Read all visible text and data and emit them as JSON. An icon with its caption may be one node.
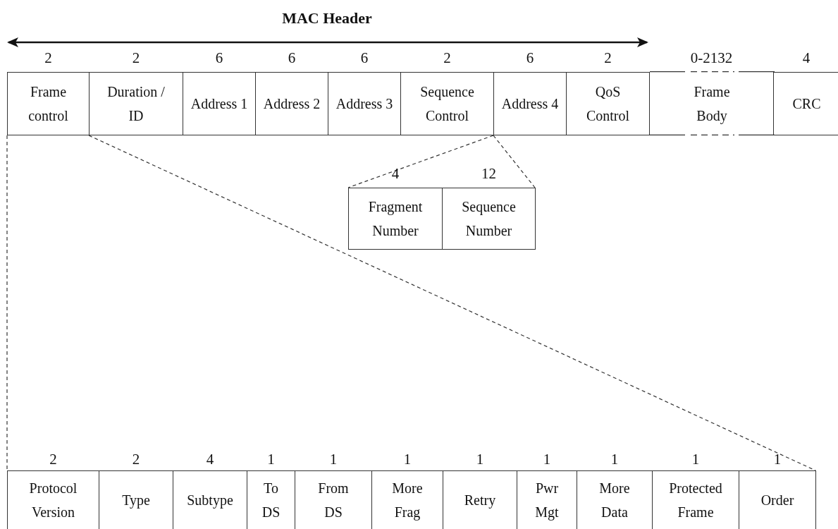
{
  "diagram": {
    "nodes": [
      {
        "text": [
          "Frame control"
        ],
        "beside": [
          "2"
        ]
      },
      {
        "text": [
          "Duration / ID"
        ],
        "beside": [
          "2"
        ]
      },
      {
        "text": [
          "Address 1"
        ],
        "beside": [
          "6"
        ]
      },
      {
        "text": [
          "Address 2"
        ],
        "beside": [
          "6"
        ]
      },
      {
        "text": [
          "Address 3"
        ],
        "beside": [
          "6"
        ]
      },
      {
        "text": [
          "Sequence Control"
        ],
        "beside": [
          "2"
        ]
      },
      {
        "text": [
          "Address 4"
        ],
        "beside": [
          "6"
        ]
      },
      {
        "text": [
          "QoS Control"
        ],
        "beside": [
          "2"
        ]
      },
      {
        "text": [
          "Frame Body"
        ],
        "beside": [
          "0-2132"
        ]
      },
      {
        "text": [
          "CRC"
        ],
        "beside": [
          "4"
        ]
      },
      {
        "text": [
          "Fragment Number"
        ],
        "beside": [
          "4"
        ]
      },
      {
        "text": [
          "Sequence Number"
        ],
        "beside": [
          "12"
        ]
      },
      {
        "text": [
          "Protocol Version"
        ],
        "beside": [
          "2"
        ]
      },
      {
        "text": [
          "Type"
        ],
        "beside": [
          "2"
        ]
      },
      {
        "text": [
          "Subtype"
        ],
        "beside": [
          "4"
        ]
      },
      {
        "text": [
          "To DS"
        ],
        "beside": [
          "1"
        ]
      },
      {
        "text": [
          "From DS"
        ],
        "beside": [
          "1"
        ]
      },
      {
        "text": [
          "More Frag"
        ],
        "beside": [
          "1"
        ]
      },
      {
        "text": [
          "Retry"
        ],
        "beside": [
          "1"
        ]
      },
      {
        "text": [
          "Pwr Mgt"
        ],
        "beside": [
          "1"
        ]
      },
      {
        "text": [
          "More Data"
        ],
        "beside": [
          "1"
        ]
      },
      {
        "text": [
          "Protected Frame"
        ],
        "beside": [
          "1"
        ]
      },
      {
        "text": [
          "Order"
        ],
        "beside": [
          "1"
        ]
      }
    ],
    "edges": [
      {
        "from": 0,
        "to": 12,
        "arrow": "none",
        "style": "dashed"
      },
      {
        "from": 0,
        "to": 22,
        "arrow": "none",
        "style": "dashed"
      },
      {
        "from": 5,
        "to": 10,
        "arrow": "none",
        "style": "dashed"
      },
      {
        "from": 5,
        "to": 11,
        "arrow": "none",
        "style": "dashed"
      }
    ],
    "labels": [
      "MAC Header"
    ]
  }
}
